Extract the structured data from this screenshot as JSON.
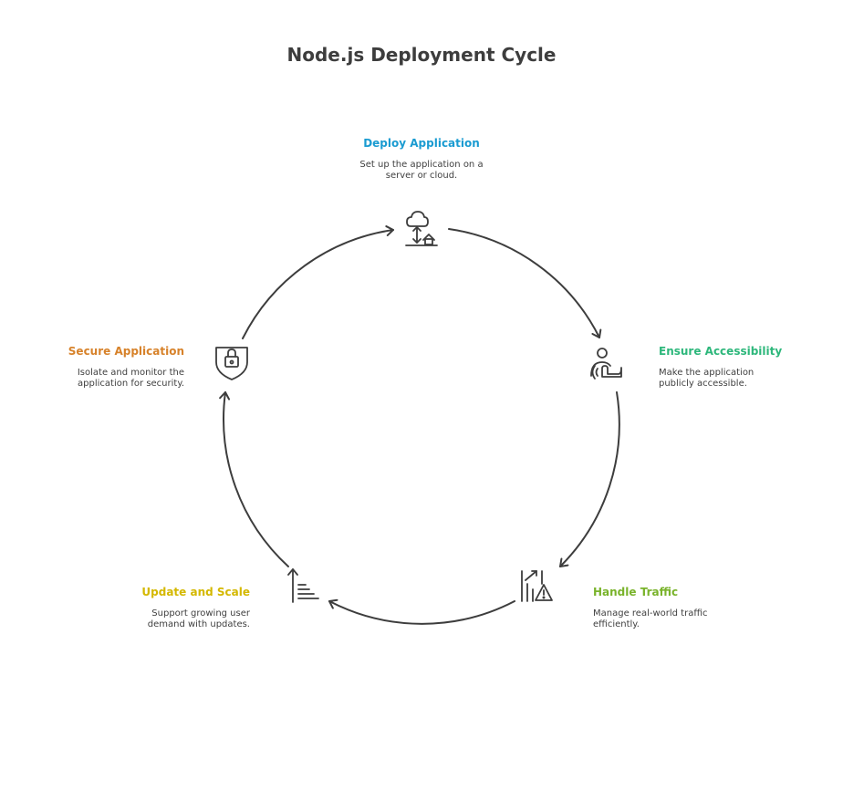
{
  "title": "Node.js Deployment Cycle",
  "steps": [
    {
      "heading": "Deploy Application",
      "description": "Set up the application on a server or cloud.",
      "color": "#1a9bd1",
      "icon": "cloud-deploy-icon"
    },
    {
      "heading": "Ensure Accessibility",
      "description": "Make the application publicly accessible.",
      "color": "#2db77b",
      "icon": "person-touch-icon"
    },
    {
      "heading": "Handle Traffic",
      "description": "Manage real-world traffic efficiently.",
      "color": "#79b32b",
      "icon": "traffic-warning-icon"
    },
    {
      "heading": "Update and Scale",
      "description": "Support growing user demand with updates.",
      "color": "#d4b800",
      "icon": "scale-up-icon"
    },
    {
      "heading": "Secure Application",
      "description": "Isolate and monitor the application for security.",
      "color": "#d7822a",
      "icon": "shield-lock-icon"
    }
  ],
  "colors": {
    "line": "#3d3d3d",
    "text": "#3f3f3f"
  }
}
